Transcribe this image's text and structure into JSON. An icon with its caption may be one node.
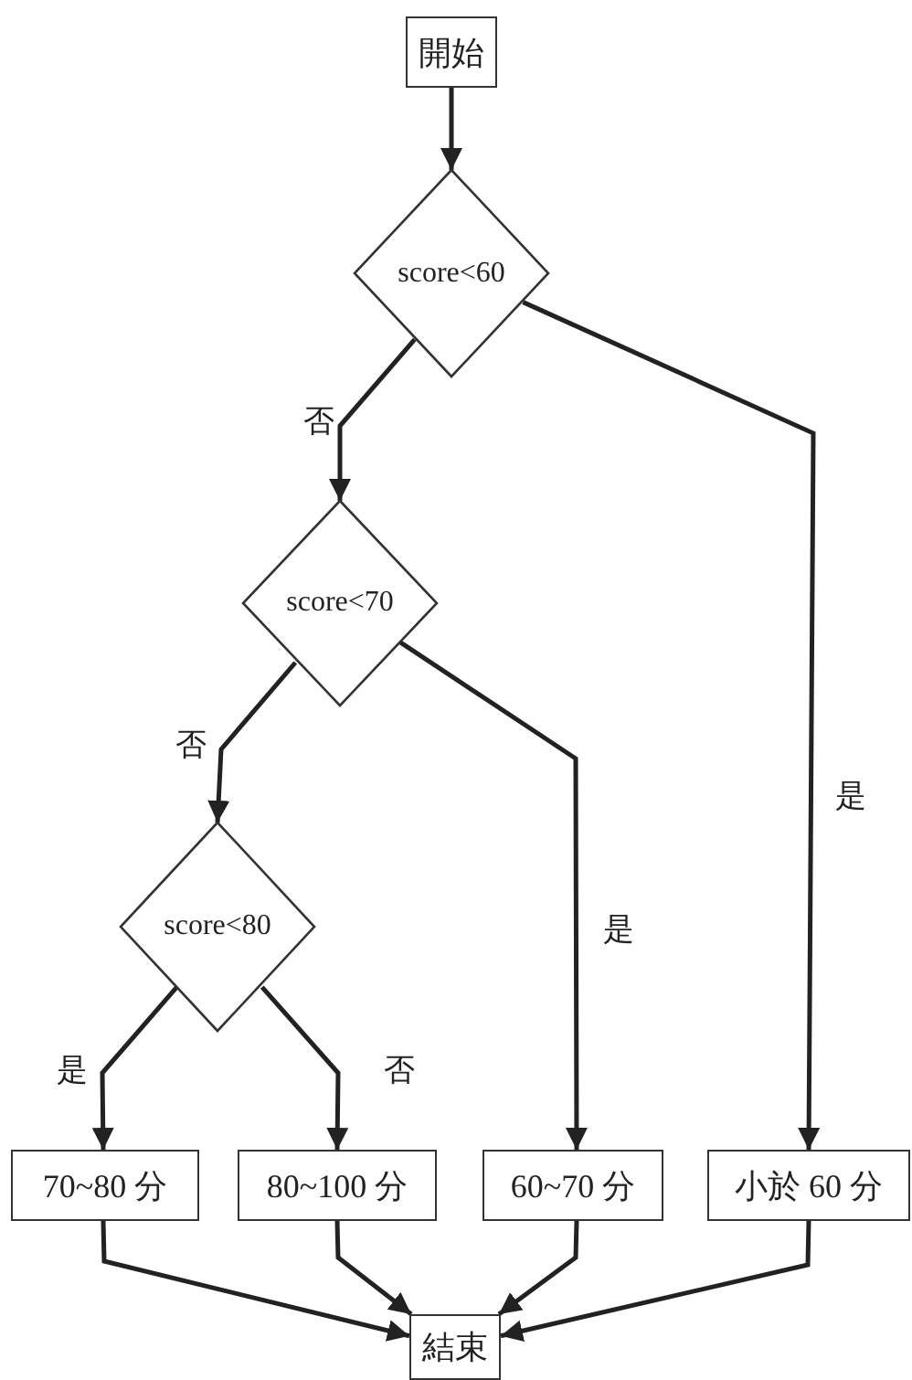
{
  "diagram": {
    "nodes": [
      {
        "text": [
          "開始"
        ]
      },
      {
        "text": [
          "score<60"
        ]
      },
      {
        "text": [
          "score<70"
        ]
      },
      {
        "text": [
          "score<80"
        ]
      },
      {
        "text": [
          "70~80 分"
        ]
      },
      {
        "text": [
          "80~100 分"
        ]
      },
      {
        "text": [
          "60~70 分"
        ]
      },
      {
        "text": [
          "小於 60 分"
        ]
      },
      {
        "text": [
          "結束"
        ]
      }
    ],
    "edges": [
      {
        "from": 0,
        "to": 1,
        "arrow": "to"
      },
      {
        "from": 1,
        "to": 2,
        "arrow": "to",
        "label": "否"
      },
      {
        "from": 1,
        "to": 7,
        "arrow": "to",
        "label": "是"
      },
      {
        "from": 2,
        "to": 3,
        "arrow": "to",
        "label": "否"
      },
      {
        "from": 2,
        "to": 6,
        "arrow": "to",
        "label": "是"
      },
      {
        "from": 3,
        "to": 4,
        "arrow": "to",
        "label": "是"
      },
      {
        "from": 3,
        "to": 5,
        "arrow": "to",
        "label": "否"
      },
      {
        "from": 4,
        "to": 8,
        "arrow": "to"
      },
      {
        "from": 5,
        "to": 8,
        "arrow": "to"
      },
      {
        "from": 6,
        "to": 8,
        "arrow": "to"
      },
      {
        "from": 7,
        "to": 8,
        "arrow": "to"
      }
    ]
  }
}
